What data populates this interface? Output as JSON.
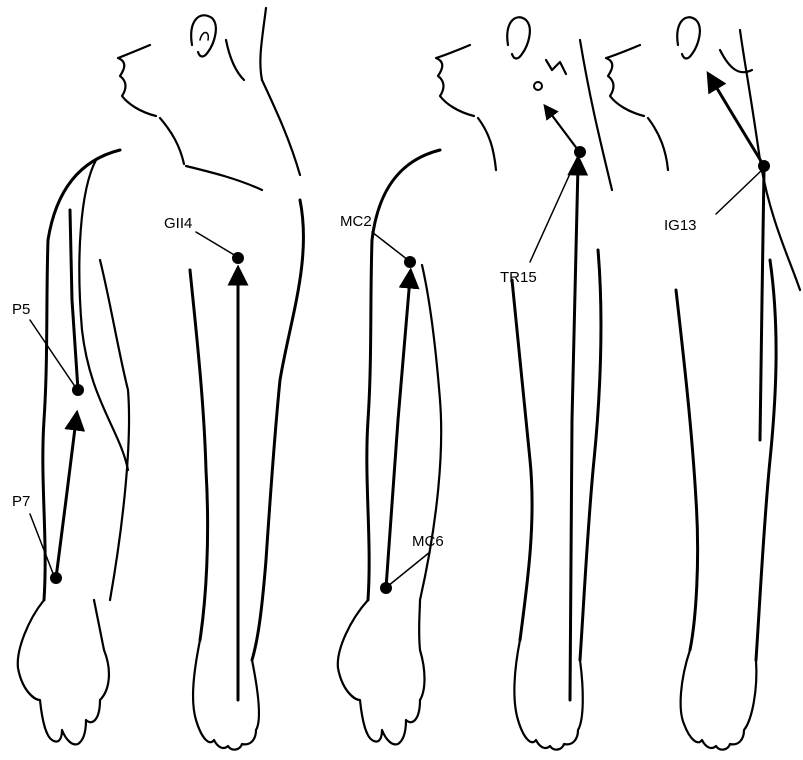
{
  "labels": {
    "p5": "P5",
    "p7": "P7",
    "gi14": "GII4",
    "mc2": "MC2",
    "mc6": "MC6",
    "tr15": "TR15",
    "ig13": "IG13"
  },
  "colors": {
    "ink": "#000000",
    "paper": "#ffffff"
  }
}
